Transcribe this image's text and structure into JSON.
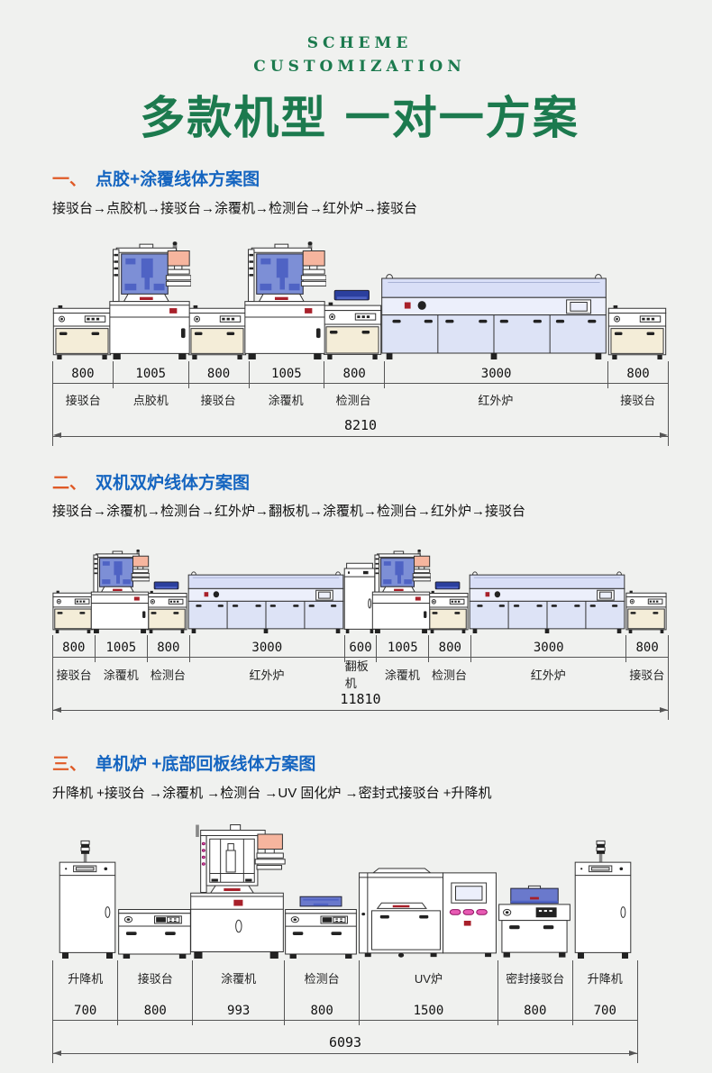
{
  "colors": {
    "background": "#f0f1ef",
    "brand_green": "#1c7a4e",
    "heading_blue": "#1565c0",
    "heading_orange": "#df5a26",
    "machine_window_blue": "#7d8fd6",
    "oven_periwinkle": "#d9dff7",
    "monitor_salmon": "#f6b59e",
    "cabinet_cream": "#f4edd8",
    "navy_box": "#2b3f9e",
    "dimension_line": "#555555"
  },
  "header": {
    "eyebrow_line1": "SCHEME",
    "eyebrow_line2": "CUSTOMIZATION",
    "title": "多款机型  一对一方案"
  },
  "sections": [
    {
      "number": "一、",
      "heading": "点胶+涂覆线体方案图",
      "flow": "接驳台→点胶机→接驳台→涂覆机→检测台→红外炉→接驳台",
      "labels_position": "below",
      "segments": [
        {
          "value": "800",
          "label": "接驳台"
        },
        {
          "value": "1005",
          "label": "点胶机"
        },
        {
          "value": "800",
          "label": "接驳台"
        },
        {
          "value": "1005",
          "label": "涂覆机"
        },
        {
          "value": "800",
          "label": "检测台"
        },
        {
          "value": "3000",
          "label": "红外炉"
        },
        {
          "value": "800",
          "label": "接驳台"
        }
      ],
      "total": "8210"
    },
    {
      "number": "二、",
      "heading": "双机双炉线体方案图",
      "flow": "接驳台→涂覆机→检测台→红外炉→翻板机→涂覆机→检测台→红外炉→接驳台",
      "labels_position": "below",
      "segments": [
        {
          "value": "800",
          "label": "接驳台"
        },
        {
          "value": "1005",
          "label": "涂覆机"
        },
        {
          "value": "800",
          "label": "检测台"
        },
        {
          "value": "3000",
          "label": "红外炉"
        },
        {
          "value": "600",
          "label": "翻板机"
        },
        {
          "value": "1005",
          "label": "涂覆机"
        },
        {
          "value": "800",
          "label": "检测台"
        },
        {
          "value": "3000",
          "label": "红外炉"
        },
        {
          "value": "800",
          "label": "接驳台"
        }
      ],
      "total": "11810"
    },
    {
      "number": "三、",
      "heading": "单机炉 +底部回板线体方案图",
      "flow": "升降机 +接驳台 →涂覆机 →检测台 →UV 固化炉 →密封式接驳台 +升降机",
      "labels_position": "above",
      "segments": [
        {
          "value": "700",
          "label": "升降机"
        },
        {
          "value": "800",
          "label": "接驳台"
        },
        {
          "value": "993",
          "label": "涂覆机"
        },
        {
          "value": "800",
          "label": "检测台"
        },
        {
          "value": "1500",
          "label": "UV炉"
        },
        {
          "value": "800",
          "label": "密封接驳台"
        },
        {
          "value": "700",
          "label": "升降机"
        }
      ],
      "total": "6093"
    }
  ]
}
